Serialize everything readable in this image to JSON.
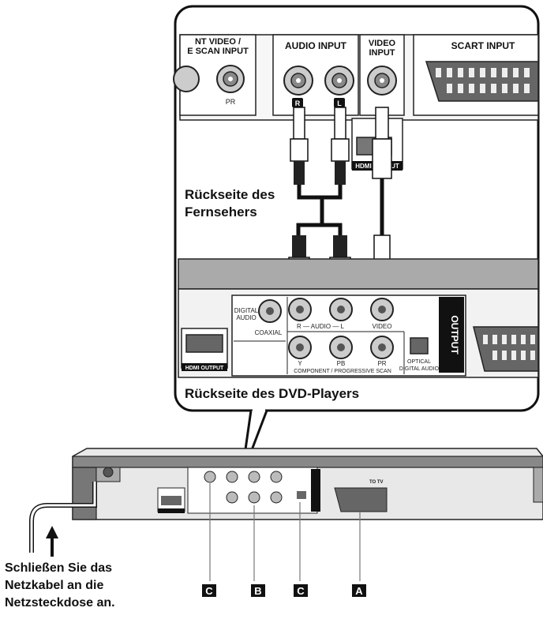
{
  "tv_panel": {
    "component_input_label_line1": "NT VIDEO /",
    "component_input_label_line2": "E SCAN INPUT",
    "pr_label": "PR",
    "audio_input_label": "AUDIO INPUT",
    "audio_r": "R",
    "audio_l": "L",
    "video_input_line1": "VIDEO",
    "video_input_line2": "INPUT",
    "scart_input_label": "SCART INPUT",
    "hdmi_output_label": "HDMI OUTPUT"
  },
  "tv_back_caption_line1": "Rückseite des",
  "tv_back_caption_line2": "Fernsehers",
  "dvd_panel": {
    "digital_audio_line1": "DIGITAL",
    "digital_audio_line2": "AUDIO",
    "coaxial": "COAXIAL",
    "audio_row": "R  —  AUDIO  —  L",
    "video": "VIDEO",
    "y": "Y",
    "pb": "PB",
    "pr": "PR",
    "component_label": "COMPONENT / PROGRESSIVE SCAN",
    "optical_line1": "OPTICAL",
    "optical_line2": "DIGITAL AUDIO",
    "output": "OUTPUT",
    "hdmi_output": "HDMI OUTPUT",
    "to_tv": "TO TV"
  },
  "dvd_back_caption": "Rückseite des DVD-Players",
  "power_note_line1": "Schließen Sie das",
  "power_note_line2": "Netzkabel an die",
  "power_note_line3": "Netzsteckdose an.",
  "connector_labels": [
    "C",
    "B",
    "C",
    "A"
  ]
}
